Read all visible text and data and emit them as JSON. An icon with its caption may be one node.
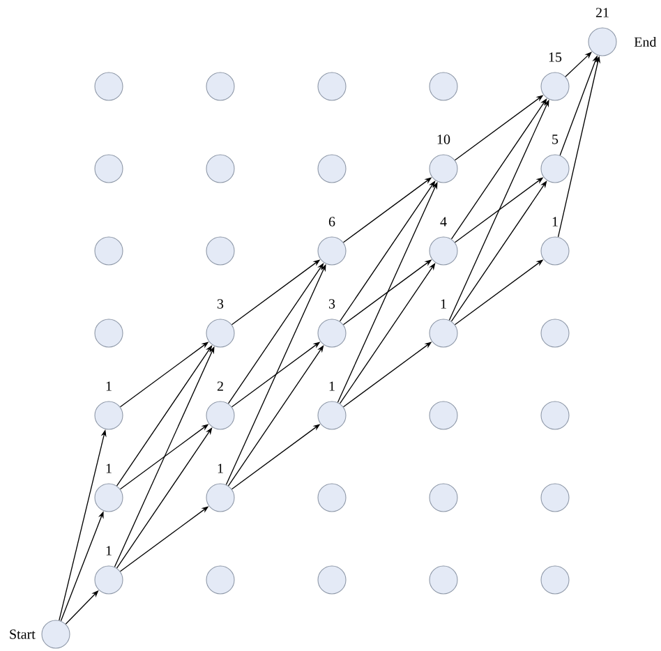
{
  "diagram": {
    "nodes": [
      {
        "text": [],
        "shape": "circle",
        "beside": [
          "21",
          "End"
        ]
      },
      {
        "text": [],
        "shape": "circle"
      },
      {
        "text": [],
        "shape": "circle"
      },
      {
        "text": [],
        "shape": "circle"
      },
      {
        "text": [],
        "shape": "circle"
      },
      {
        "text": [],
        "shape": "circle",
        "beside": [
          "15"
        ]
      },
      {
        "text": [],
        "shape": "circle"
      },
      {
        "text": [],
        "shape": "circle"
      },
      {
        "text": [],
        "shape": "circle"
      },
      {
        "text": [],
        "shape": "circle",
        "beside": [
          "10"
        ]
      },
      {
        "text": [],
        "shape": "circle",
        "beside": [
          "5"
        ]
      },
      {
        "text": [],
        "shape": "circle"
      },
      {
        "text": [],
        "shape": "circle"
      },
      {
        "text": [],
        "shape": "circle",
        "beside": [
          "6"
        ]
      },
      {
        "text": [],
        "shape": "circle",
        "beside": [
          "4"
        ]
      },
      {
        "text": [],
        "shape": "circle",
        "beside": [
          "1"
        ]
      },
      {
        "text": [],
        "shape": "circle"
      },
      {
        "text": [],
        "shape": "circle",
        "beside": [
          "3"
        ]
      },
      {
        "text": [],
        "shape": "circle",
        "beside": [
          "3"
        ]
      },
      {
        "text": [],
        "shape": "circle",
        "beside": [
          "1"
        ]
      },
      {
        "text": [],
        "shape": "circle"
      },
      {
        "text": [],
        "shape": "circle",
        "beside": [
          "1"
        ]
      },
      {
        "text": [],
        "shape": "circle",
        "beside": [
          "2"
        ]
      },
      {
        "text": [],
        "shape": "circle",
        "beside": [
          "1"
        ]
      },
      {
        "text": [],
        "shape": "circle"
      },
      {
        "text": [],
        "shape": "circle"
      },
      {
        "text": [],
        "shape": "circle",
        "beside": [
          "1"
        ]
      },
      {
        "text": [],
        "shape": "circle",
        "beside": [
          "1"
        ]
      },
      {
        "text": [],
        "shape": "circle"
      },
      {
        "text": [],
        "shape": "circle"
      },
      {
        "text": [],
        "shape": "circle"
      },
      {
        "text": [],
        "shape": "circle",
        "beside": [
          "1"
        ]
      },
      {
        "text": [],
        "shape": "circle"
      },
      {
        "text": [],
        "shape": "circle"
      },
      {
        "text": [],
        "shape": "circle"
      },
      {
        "text": [],
        "shape": "circle"
      },
      {
        "text": [],
        "shape": "circle",
        "beside": [
          "Start"
        ]
      }
    ],
    "edges": [
      {
        "from": 36,
        "to": 31,
        "arrow": "to"
      },
      {
        "from": 36,
        "to": 26,
        "arrow": "to"
      },
      {
        "from": 36,
        "to": 21,
        "arrow": "to"
      },
      {
        "from": 31,
        "to": 27,
        "arrow": "to"
      },
      {
        "from": 31,
        "to": 22,
        "arrow": "to"
      },
      {
        "from": 31,
        "to": 17,
        "arrow": "to"
      },
      {
        "from": 26,
        "to": 22,
        "arrow": "to"
      },
      {
        "from": 26,
        "to": 17,
        "arrow": "to"
      },
      {
        "from": 21,
        "to": 17,
        "arrow": "to"
      },
      {
        "from": 27,
        "to": 23,
        "arrow": "to"
      },
      {
        "from": 27,
        "to": 18,
        "arrow": "to"
      },
      {
        "from": 27,
        "to": 13,
        "arrow": "to"
      },
      {
        "from": 22,
        "to": 18,
        "arrow": "to"
      },
      {
        "from": 22,
        "to": 13,
        "arrow": "to"
      },
      {
        "from": 17,
        "to": 13,
        "arrow": "to"
      },
      {
        "from": 23,
        "to": 19,
        "arrow": "to"
      },
      {
        "from": 23,
        "to": 14,
        "arrow": "to"
      },
      {
        "from": 23,
        "to": 9,
        "arrow": "to"
      },
      {
        "from": 18,
        "to": 14,
        "arrow": "to"
      },
      {
        "from": 18,
        "to": 9,
        "arrow": "to"
      },
      {
        "from": 13,
        "to": 9,
        "arrow": "to"
      },
      {
        "from": 19,
        "to": 15,
        "arrow": "to"
      },
      {
        "from": 19,
        "to": 10,
        "arrow": "to"
      },
      {
        "from": 19,
        "to": 5,
        "arrow": "to"
      },
      {
        "from": 14,
        "to": 10,
        "arrow": "to"
      },
      {
        "from": 14,
        "to": 5,
        "arrow": "to"
      },
      {
        "from": 9,
        "to": 5,
        "arrow": "to"
      },
      {
        "from": 15,
        "to": 0,
        "arrow": "to"
      },
      {
        "from": 10,
        "to": 0,
        "arrow": "to"
      },
      {
        "from": 5,
        "to": 0,
        "arrow": "to"
      }
    ]
  }
}
